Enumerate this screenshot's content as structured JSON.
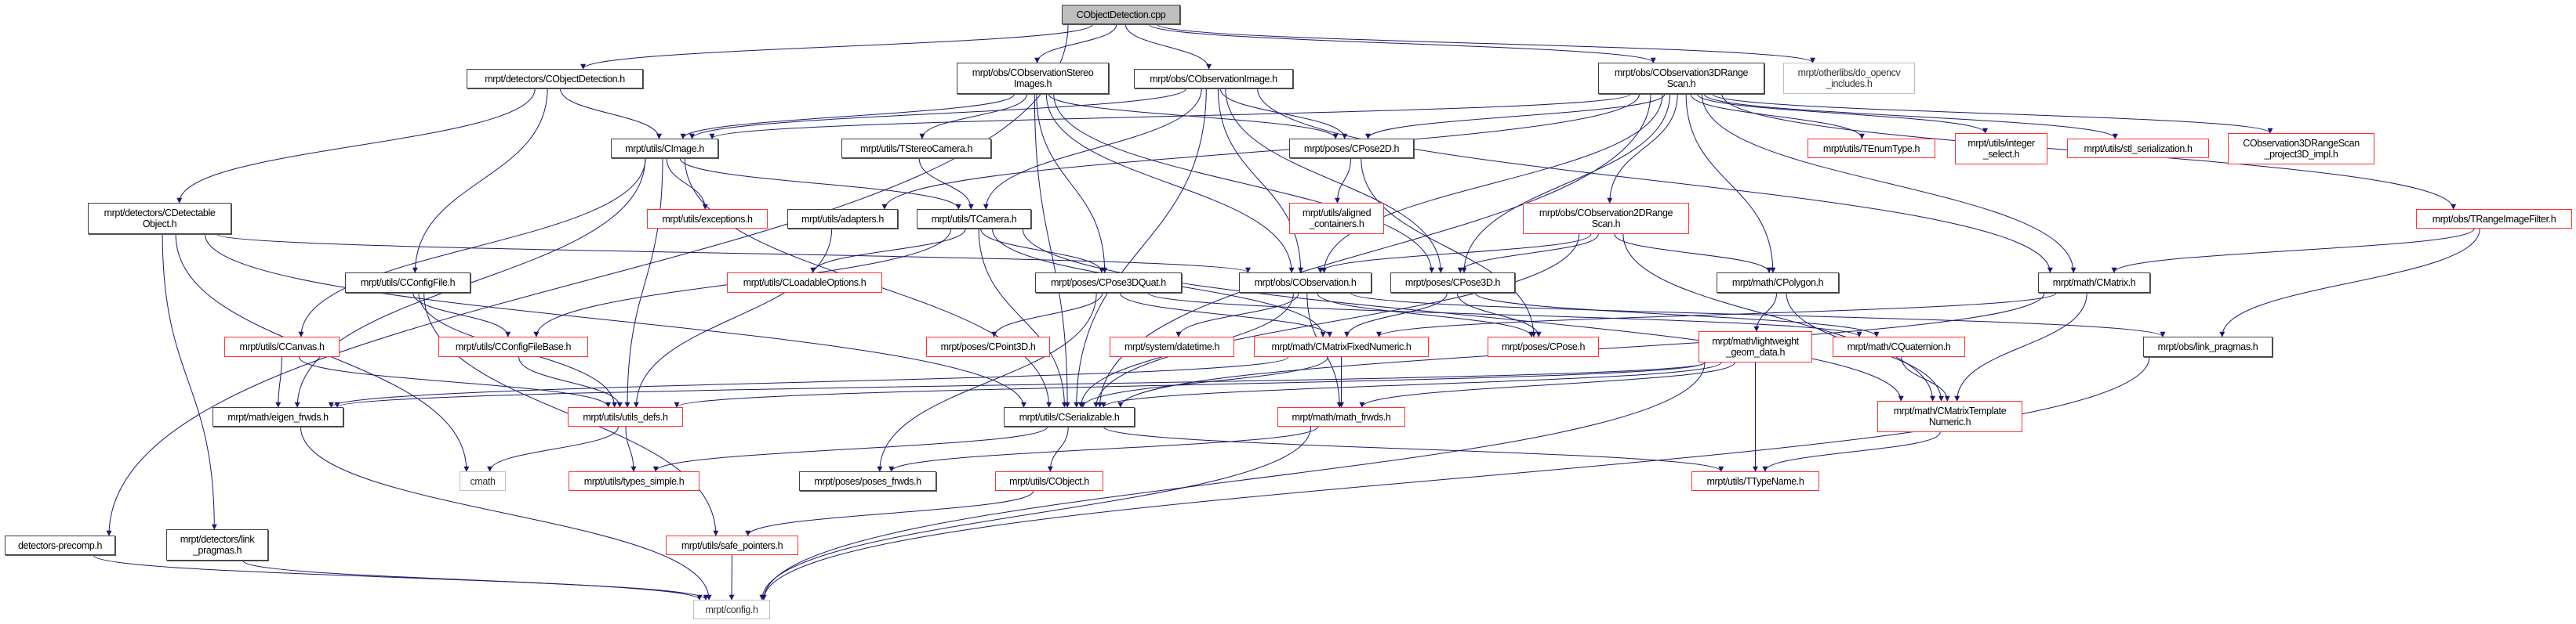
{
  "colors": {
    "edge": "#191970",
    "root_fill": "#bfbfbf",
    "missing_border": "#ff0000",
    "external_border": "#bfbfbf",
    "normal_border": "#404040"
  },
  "nodes": {
    "cpp": {
      "label": "CObjectDetection.cpp",
      "kind": "root"
    },
    "objdet": {
      "label": "mrpt/detectors/CObjectDetection.h",
      "kind": "black"
    },
    "stereo": {
      "label": "mrpt/obs/CObservationStereo\nImages.h",
      "kind": "black"
    },
    "obsimg": {
      "label": "mrpt/obs/CObservationImage.h",
      "kind": "black"
    },
    "range3d": {
      "label": "mrpt/obs/CObservation3DRange\nScan.h",
      "kind": "black"
    },
    "opencv": {
      "label": "mrpt/otherlibs/do_opencv\n_includes.h",
      "kind": "gray"
    },
    "cimage": {
      "label": "mrpt/utils/CImage.h",
      "kind": "black"
    },
    "tstereo": {
      "label": "mrpt/utils/TStereoCamera.h",
      "kind": "black"
    },
    "cpose2d": {
      "label": "mrpt/poses/CPose2D.h",
      "kind": "black"
    },
    "tenum": {
      "label": "mrpt/utils/TEnumType.h",
      "kind": "red"
    },
    "intsel": {
      "label": "mrpt/utils/integer\n_select.h",
      "kind": "red"
    },
    "stlser": {
      "label": "mrpt/utils/stl_serialization.h",
      "kind": "red"
    },
    "proj3d": {
      "label": "CObservation3DRangeScan\n_project3D_impl.h",
      "kind": "red"
    },
    "rangefilt": {
      "label": "mrpt/obs/TRangeImageFilter.h",
      "kind": "red"
    },
    "detectable": {
      "label": "mrpt/detectors/CDetectable\nObject.h",
      "kind": "black"
    },
    "exceptions": {
      "label": "mrpt/utils/exceptions.h",
      "kind": "red"
    },
    "adapters": {
      "label": "mrpt/utils/adapters.h",
      "kind": "black"
    },
    "tcamera": {
      "label": "mrpt/utils/TCamera.h",
      "kind": "black"
    },
    "aligned": {
      "label": "mrpt/utils/aligned\n_containers.h",
      "kind": "red"
    },
    "range2d": {
      "label": "mrpt/obs/CObservation2DRange\nScan.h",
      "kind": "red"
    },
    "cconfig": {
      "label": "mrpt/utils/CConfigFile.h",
      "kind": "black"
    },
    "loadable": {
      "label": "mrpt/utils/CLoadableOptions.h",
      "kind": "red"
    },
    "pose3dquat": {
      "label": "mrpt/poses/CPose3DQuat.h",
      "kind": "black"
    },
    "cobs": {
      "label": "mrpt/obs/CObservation.h",
      "kind": "black"
    },
    "cpose3d": {
      "label": "mrpt/poses/CPose3D.h",
      "kind": "black"
    },
    "polygon": {
      "label": "mrpt/math/CPolygon.h",
      "kind": "black"
    },
    "cmatrix": {
      "label": "mrpt/math/CMatrix.h",
      "kind": "black"
    },
    "ccanvas": {
      "label": "mrpt/utils/CCanvas.h",
      "kind": "red"
    },
    "cfgbase": {
      "label": "mrpt/utils/CConfigFileBase.h",
      "kind": "red"
    },
    "point3d": {
      "label": "mrpt/poses/CPoint3D.h",
      "kind": "red"
    },
    "datetime": {
      "label": "mrpt/system/datetime.h",
      "kind": "red"
    },
    "fixednum": {
      "label": "mrpt/math/CMatrixFixedNumeric.h",
      "kind": "red"
    },
    "cpose": {
      "label": "mrpt/poses/CPose.h",
      "kind": "red"
    },
    "lwgeom": {
      "label": "mrpt/math/lightweight\n_geom_data.h",
      "kind": "red"
    },
    "quat": {
      "label": "mrpt/math/CQuaternion.h",
      "kind": "red"
    },
    "obslink": {
      "label": "mrpt/obs/link_pragmas.h",
      "kind": "black"
    },
    "eigen": {
      "label": "mrpt/math/eigen_frwds.h",
      "kind": "black"
    },
    "utilsdefs": {
      "label": "mrpt/utils/utils_defs.h",
      "kind": "red"
    },
    "serializable": {
      "label": "mrpt/utils/CSerializable.h",
      "kind": "black"
    },
    "mathfrwds": {
      "label": "mrpt/math/math_frwds.h",
      "kind": "red"
    },
    "tmplnum": {
      "label": "mrpt/math/CMatrixTemplate\nNumeric.h",
      "kind": "red"
    },
    "cmath": {
      "label": "cmath",
      "kind": "gray"
    },
    "typessimple": {
      "label": "mrpt/utils/types_simple.h",
      "kind": "red"
    },
    "posesfrwds": {
      "label": "mrpt/poses/poses_frwds.h",
      "kind": "black"
    },
    "cobject": {
      "label": "mrpt/utils/CObject.h",
      "kind": "red"
    },
    "ttypename": {
      "label": "mrpt/utils/TTypeName.h",
      "kind": "red"
    },
    "precomp": {
      "label": "detectors-precomp.h",
      "kind": "black"
    },
    "detlink": {
      "label": "mrpt/detectors/link\n_pragmas.h",
      "kind": "black"
    },
    "safeptr": {
      "label": "mrpt/utils/safe_pointers.h",
      "kind": "red"
    },
    "config": {
      "label": "mrpt/config.h",
      "kind": "gray"
    }
  },
  "edges": [
    [
      "cpp",
      "objdet"
    ],
    [
      "cpp",
      "stereo"
    ],
    [
      "cpp",
      "obsimg"
    ],
    [
      "cpp",
      "range3d"
    ],
    [
      "cpp",
      "opencv"
    ],
    [
      "cpp",
      "precomp"
    ],
    [
      "objdet",
      "detectable"
    ],
    [
      "objdet",
      "cconfig"
    ],
    [
      "objdet",
      "cimage"
    ],
    [
      "stereo",
      "cimage"
    ],
    [
      "stereo",
      "tstereo"
    ],
    [
      "stereo",
      "cpose2d"
    ],
    [
      "stereo",
      "pose3dquat"
    ],
    [
      "stereo",
      "cobs"
    ],
    [
      "stereo",
      "cpose3d"
    ],
    [
      "stereo",
      "serializable"
    ],
    [
      "obsimg",
      "cimage"
    ],
    [
      "obsimg",
      "tcamera"
    ],
    [
      "obsimg",
      "cpose2d"
    ],
    [
      "obsimg",
      "cobs"
    ],
    [
      "obsimg",
      "cpose3d"
    ],
    [
      "obsimg",
      "serializable"
    ],
    [
      "obsimg",
      "cmatrix"
    ],
    [
      "range3d",
      "cimage"
    ],
    [
      "range3d",
      "cpose2d"
    ],
    [
      "range3d",
      "cobs"
    ],
    [
      "range3d",
      "cpose3d"
    ],
    [
      "range3d",
      "adapters"
    ],
    [
      "range3d",
      "range2d"
    ],
    [
      "range3d",
      "polygon"
    ],
    [
      "range3d",
      "tenum"
    ],
    [
      "range3d",
      "intsel"
    ],
    [
      "range3d",
      "stlser"
    ],
    [
      "range3d",
      "proj3d"
    ],
    [
      "range3d",
      "rangefilt"
    ],
    [
      "range3d",
      "cmatrix"
    ],
    [
      "range3d",
      "serializable"
    ],
    [
      "cimage",
      "exceptions"
    ],
    [
      "cimage",
      "tcamera"
    ],
    [
      "cimage",
      "eigen"
    ],
    [
      "cimage",
      "ccanvas"
    ],
    [
      "cimage",
      "utilsdefs"
    ],
    [
      "cimage",
      "serializable"
    ],
    [
      "tstereo",
      "tcamera"
    ],
    [
      "cpose2d",
      "aligned"
    ],
    [
      "cpose2d",
      "cpose"
    ],
    [
      "adapters",
      "utilsdefs"
    ],
    [
      "tcamera",
      "loadable"
    ],
    [
      "tcamera",
      "cfgbase"
    ],
    [
      "tcamera",
      "pose3dquat"
    ],
    [
      "tcamera",
      "fixednum"
    ],
    [
      "tcamera",
      "serializable"
    ],
    [
      "tcamera",
      "tmplnum"
    ],
    [
      "detectable",
      "cobs"
    ],
    [
      "detectable",
      "serializable"
    ],
    [
      "detectable",
      "cmath"
    ],
    [
      "detectable",
      "detlink"
    ],
    [
      "cconfig",
      "cfgbase"
    ],
    [
      "cconfig",
      "utilsdefs"
    ],
    [
      "cconfig",
      "safeptr"
    ],
    [
      "range2d",
      "cobs"
    ],
    [
      "range2d",
      "cpose3d"
    ],
    [
      "range2d",
      "polygon"
    ],
    [
      "range2d",
      "serializable"
    ],
    [
      "range2d",
      "tmplnum"
    ],
    [
      "pose3dquat",
      "point3d"
    ],
    [
      "pose3dquat",
      "fixednum"
    ],
    [
      "pose3dquat",
      "quat"
    ],
    [
      "pose3dquat",
      "posesfrwds"
    ],
    [
      "cobs",
      "datetime"
    ],
    [
      "cobs",
      "serializable"
    ],
    [
      "cobs",
      "cpose"
    ],
    [
      "cobs",
      "obslink"
    ],
    [
      "cobs",
      "mathfrwds"
    ],
    [
      "cpose3d",
      "cpose"
    ],
    [
      "cpose3d",
      "fixednum"
    ],
    [
      "cpose3d",
      "quat"
    ],
    [
      "polygon",
      "lwgeom"
    ],
    [
      "polygon",
      "tmplnum"
    ],
    [
      "cmatrix",
      "fixednum"
    ],
    [
      "cmatrix",
      "tmplnum"
    ],
    [
      "cmatrix",
      "serializable"
    ],
    [
      "rangefilt",
      "cmatrix"
    ],
    [
      "rangefilt",
      "obslink"
    ],
    [
      "ccanvas",
      "eigen"
    ],
    [
      "ccanvas",
      "utilsdefs"
    ],
    [
      "cfgbase",
      "utilsdefs"
    ],
    [
      "fixednum",
      "serializable"
    ],
    [
      "fixednum",
      "mathfrwds"
    ],
    [
      "fixednum",
      "eigen"
    ],
    [
      "lwgeom",
      "serializable"
    ],
    [
      "lwgeom",
      "mathfrwds"
    ],
    [
      "lwgeom",
      "ttypename"
    ],
    [
      "lwgeom",
      "config"
    ],
    [
      "lwgeom",
      "eigen"
    ],
    [
      "lwgeom",
      "utilsdefs"
    ],
    [
      "quat",
      "tmplnum"
    ],
    [
      "obslink",
      "config"
    ],
    [
      "eigen",
      "config"
    ],
    [
      "utilsdefs",
      "cmath"
    ],
    [
      "utilsdefs",
      "typessimple"
    ],
    [
      "serializable",
      "cobject"
    ],
    [
      "serializable",
      "typessimple"
    ],
    [
      "serializable",
      "ttypename"
    ],
    [
      "mathfrwds",
      "posesfrwds"
    ],
    [
      "mathfrwds",
      "config"
    ],
    [
      "tmplnum",
      "ttypename"
    ],
    [
      "cobject",
      "safeptr"
    ],
    [
      "safeptr",
      "config"
    ],
    [
      "precomp",
      "config"
    ],
    [
      "detlink",
      "config"
    ]
  ]
}
